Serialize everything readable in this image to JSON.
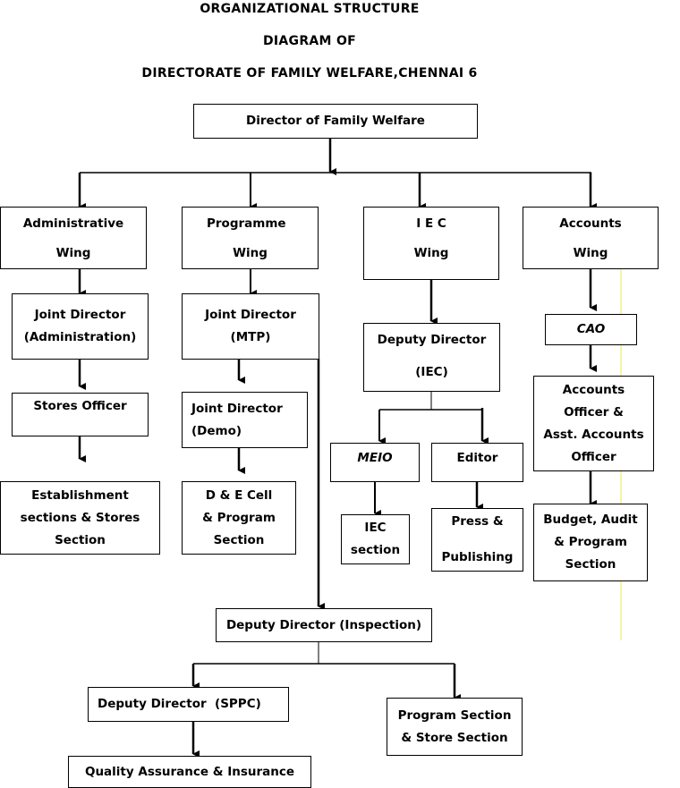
{
  "title": {
    "line1": "ORGANIZATIONAL STRUCTURE",
    "line2": "DIAGRAM OF",
    "line3": "DIRECTORATE OF FAMILY WELFARE,CHENNAI 6"
  },
  "colors": {
    "line": "#000000",
    "guide_line": "#f2f08a",
    "background": "#ffffff"
  },
  "nodes": {
    "director": {
      "lines": [
        "Director of Family Welfare"
      ]
    },
    "admin_wing": {
      "lines": [
        "Administrative",
        "Wing"
      ]
    },
    "programme_wing": {
      "lines": [
        "Programme",
        "Wing"
      ]
    },
    "iec_wing": {
      "lines": [
        "I E C",
        "Wing"
      ]
    },
    "accounts_wing": {
      "lines": [
        "Accounts",
        "Wing"
      ]
    },
    "jd_admin": {
      "lines": [
        "Joint Director",
        "(Administration)"
      ]
    },
    "jd_mtp": {
      "lines": [
        "Joint Director",
        "(MTP)"
      ]
    },
    "dd_iec": {
      "lines": [
        "Deputy Director",
        "(IEC)"
      ]
    },
    "cao": {
      "lines": [
        "CAO"
      ]
    },
    "stores_officer": {
      "lines": [
        "Stores Officer"
      ]
    },
    "jd_demo": {
      "lines": [
        "Joint Director",
        "(Demo)"
      ]
    },
    "meio": {
      "lines": [
        "MEIO"
      ]
    },
    "editor": {
      "lines": [
        "Editor"
      ]
    },
    "accounts_officer": {
      "lines": [
        "Accounts",
        "Officer &",
        "Asst. Accounts",
        "Officer"
      ]
    },
    "establishment": {
      "lines": [
        "Establishment",
        "sections & Stores",
        "Section"
      ]
    },
    "de_cell": {
      "lines": [
        "D & E Cell",
        "& Program",
        "Section"
      ]
    },
    "iec_section": {
      "lines": [
        "IEC",
        "section"
      ]
    },
    "press": {
      "lines": [
        "Press &",
        "Publishing"
      ]
    },
    "budget": {
      "lines": [
        "Budget, Audit",
        "& Program",
        "Section"
      ]
    },
    "dd_inspection": {
      "lines": [
        "Deputy Director (Inspection)"
      ]
    },
    "dd_sppc": {
      "lines": [
        "Deputy Director  (SPPC)"
      ]
    },
    "program_store": {
      "lines": [
        "Program Section",
        "& Store Section"
      ]
    },
    "quality": {
      "lines": [
        "Quality Assurance & Insurance"
      ]
    }
  }
}
